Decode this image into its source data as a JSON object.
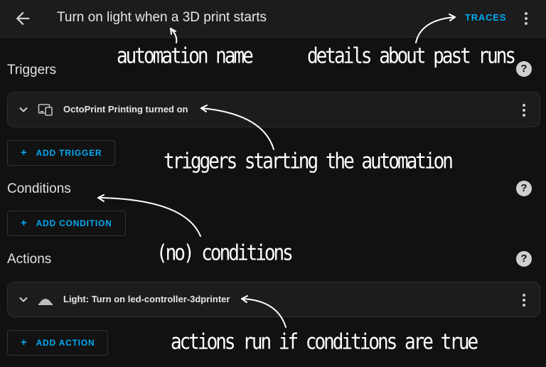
{
  "header": {
    "title": "Turn on light when a 3D print starts",
    "traces_label": "TRACES"
  },
  "triggers": {
    "title": "Triggers",
    "items": [
      {
        "label": "OctoPrint Printing turned on",
        "icon": "device-icon"
      }
    ],
    "add_label": "ADD TRIGGER"
  },
  "conditions": {
    "title": "Conditions",
    "add_label": "ADD CONDITION"
  },
  "actions": {
    "title": "Actions",
    "items": [
      {
        "label": "Light: Turn on led-controller-3dprinter",
        "icon": "ceiling-light-icon"
      }
    ],
    "add_label": "ADD ACTION"
  },
  "annotations": {
    "automation_name": "automation name",
    "past_runs": "details about past runs",
    "triggers": "triggers starting the automation",
    "conditions": "(no) conditions",
    "actions": "actions run if conditions are true"
  },
  "colors": {
    "accent": "#03a9f4",
    "background": "#111111",
    "card": "#1c1c1c"
  }
}
